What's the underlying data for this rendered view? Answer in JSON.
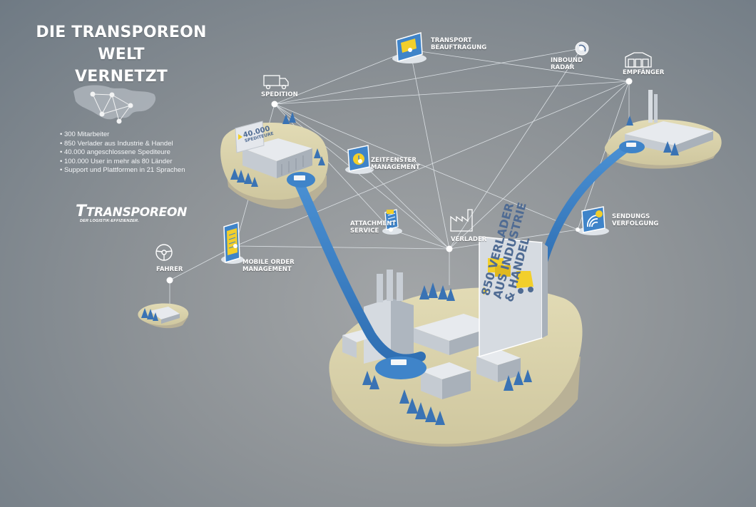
{
  "title": {
    "line1": "DIE TRANSPOREON WELT",
    "line2": "VERNETZT"
  },
  "facts": [
    "300 Mitarbeiter",
    "850 Verlader aus Industrie & Handel",
    "40.000 angeschlossene Spediteure",
    "100.000 User in mehr als 80 Länder",
    "Support und Plattformen in 21 Sprachen"
  ],
  "logo": {
    "initial": "T",
    "name": "TRANSPOREON",
    "tagline": "DER LOGISTIK-EFFIZIENZER."
  },
  "labels": {
    "spedition": "SPEDITION",
    "transport_1": "TRANSPORT",
    "transport_2": "BEAUFTRAGUNG",
    "inbound_1": "INBOUND",
    "inbound_2": "RADAR",
    "empfaenger": "EMPFÄNGER",
    "zeitfenster_1": "ZEITFENSTER",
    "zeitfenster_2": "MANAGEMENT",
    "attachment_1": "ATTACHMENT",
    "attachment_2": "SERVICE",
    "verlader": "VERLADER",
    "sendungs_1": "SENDUNGS",
    "sendungs_2": "VERFOLGUNG",
    "mobile_1": "MOBILE ORDER",
    "mobile_2": "MANAGEMENT",
    "fahrer": "FAHRER"
  },
  "panel": {
    "line1": "850 VERLADER",
    "line2": "AUS INDUSTRIE",
    "line3": "& HANDEL"
  },
  "badge": {
    "line1": "40.000",
    "line2": "SPEDITEURE"
  },
  "colors": {
    "accent_blue": "#3f84c9",
    "icon_yellow": "#f2cf2b",
    "island_sand": "#d8d0a8",
    "network_line": "#e8edf1"
  },
  "icons": [
    "truck-icon",
    "monitor-icon",
    "satellite-dish-icon",
    "warehouse-icon",
    "calendar-clock-icon",
    "document-icon",
    "factory-icon",
    "signal-icon",
    "smartphone-icon",
    "steering-wheel-icon",
    "world-map-icon"
  ]
}
